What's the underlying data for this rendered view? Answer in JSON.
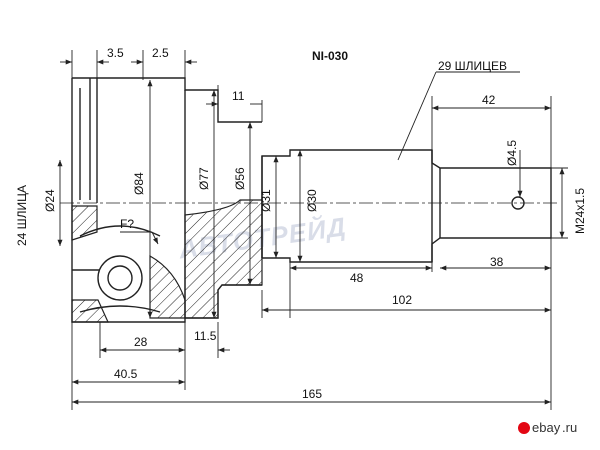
{
  "part_number": "NI-030",
  "splines_outer": "29 ШЛИЦЕВ",
  "splines_inner": "24 ШЛИЦА",
  "dimensions": {
    "d_3_5": "3.5",
    "d_2_5": "2.5",
    "d_11": "11",
    "d_42": "42",
    "d_84": "Ø84",
    "d_77": "Ø77",
    "d_56": "Ø56",
    "d_31": "Ø31",
    "d_30": "Ø30",
    "d_24": "Ø24",
    "d_4_5": "Ø4.5",
    "thread": "M24x1.5",
    "d_48": "48",
    "d_38": "38",
    "d_102": "102",
    "d_28": "28",
    "d_11_5": "11.5",
    "d_40_5": "40.5",
    "d_165": "165",
    "f_label": "F?"
  },
  "watermark": "АВТОТРЕЙД",
  "logo": {
    "text": "ebay",
    "domain": ".ru",
    "dot_color": "#e30613"
  }
}
